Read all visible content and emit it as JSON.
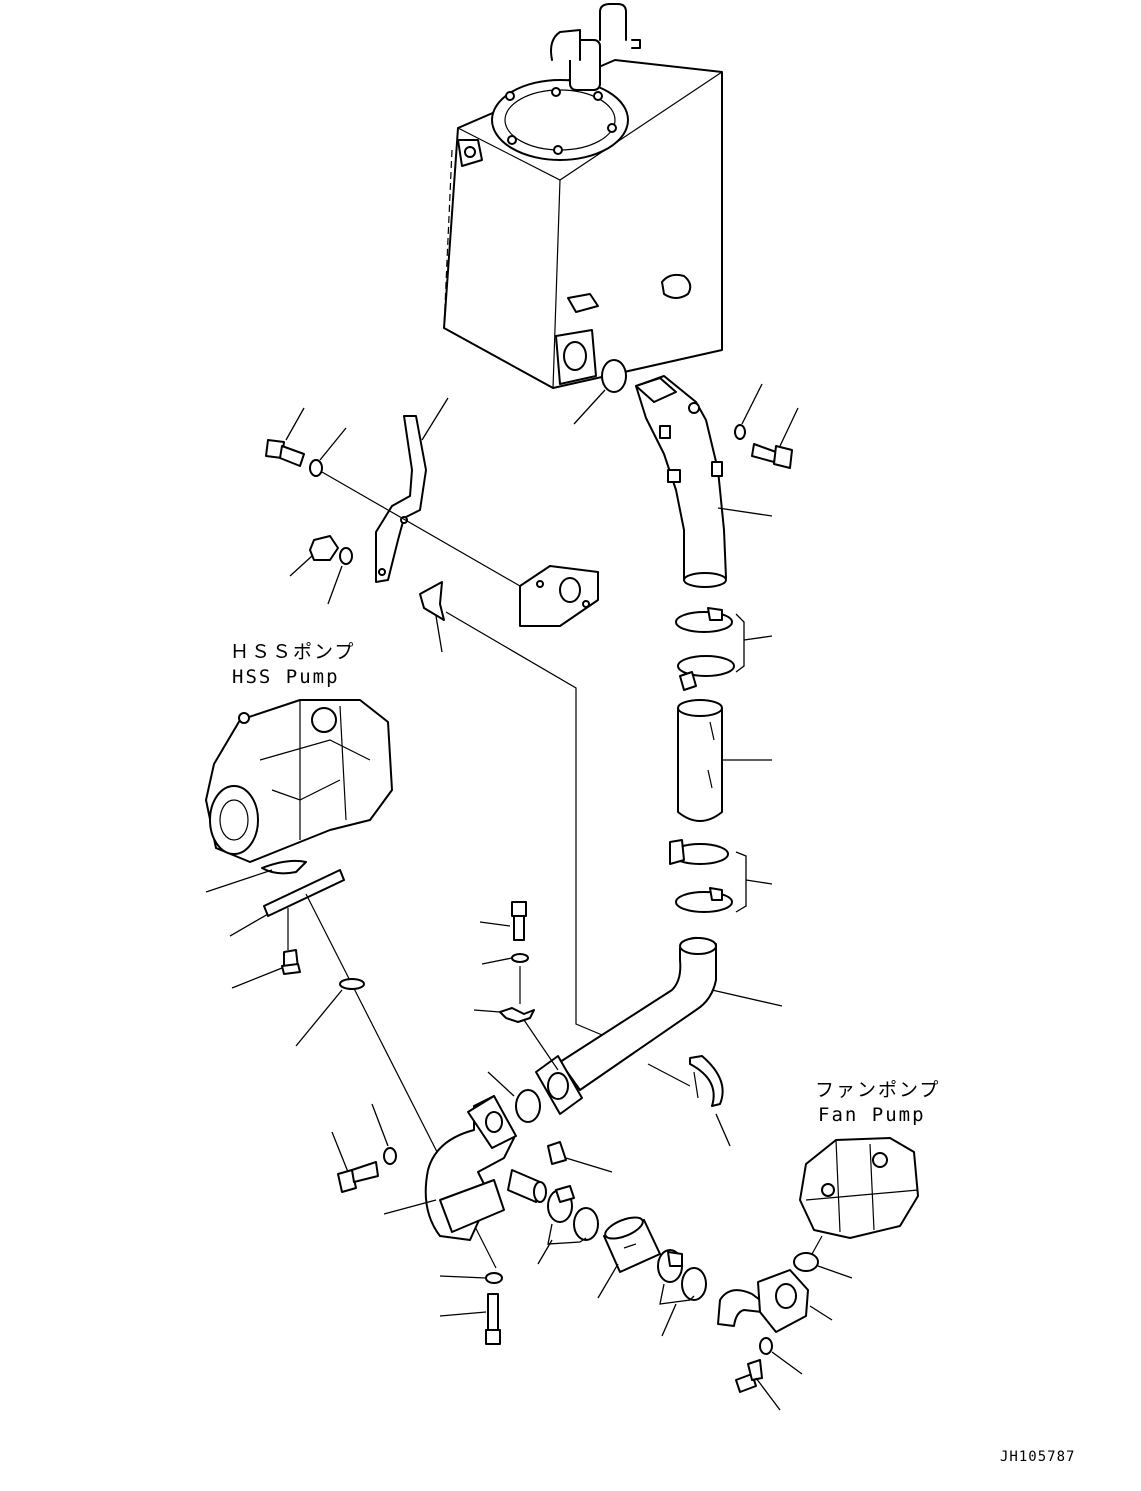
{
  "labels": {
    "hss_pump_jp": "ＨＳＳポンプ",
    "hss_pump_en": "HSS Pump",
    "fan_pump_jp": "ファンポンプ",
    "fan_pump_en": "Fan Pump"
  },
  "drawing_code": "JH105787"
}
